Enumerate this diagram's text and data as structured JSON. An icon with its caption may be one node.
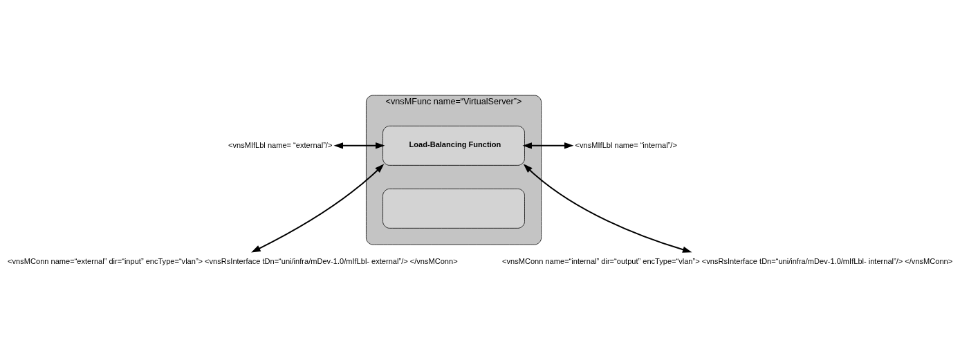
{
  "diagram": {
    "nodes": [
      {
        "text": [
          "<vnsMFunc name=“VirtualServer”>"
        ]
      },
      {
        "text": [
          "Load-Balancing Function"
        ],
        "in": 0
      },
      {
        "text": [],
        "shape": "box",
        "in": 0
      },
      {
        "text": [
          "<vnsMIfLbl name= “external”/>"
        ]
      },
      {
        "text": [
          "<vnsMIfLbl name= “internal”/>"
        ]
      },
      {
        "text": [
          "<vnsMConn name=“external” dir=“input” encType=“vlan”> <vnsRsInterface tDn=“uni/infra/mDev-1.0/mIfLbl- external”/> </vnsMConn>"
        ]
      },
      {
        "text": [
          "<vnsMConn name=“internal” dir=“output” encType=“vlan”> <vnsRsInterface tDn=“uni/infra/mDev-1.0/mIfLbl- internal”/> </vnsMConn>"
        ]
      }
    ],
    "edges": [
      {
        "from": 1,
        "to": 3,
        "arrow": "both"
      },
      {
        "from": 1,
        "to": 4,
        "arrow": "both"
      },
      {
        "from": 1,
        "to": 5,
        "arrow": "both"
      },
      {
        "from": 1,
        "to": 6,
        "arrow": "both"
      }
    ]
  }
}
